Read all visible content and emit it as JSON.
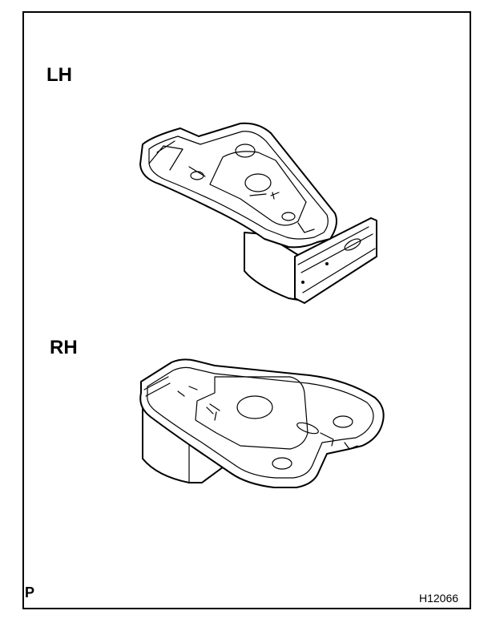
{
  "labels": {
    "lh": "LH",
    "rh": "RH",
    "corner_mark": "P",
    "figure_code": "H12066"
  },
  "parts": [
    {
      "name": "lh-bracket",
      "label_ref": "lh"
    },
    {
      "name": "rh-bracket",
      "label_ref": "rh"
    }
  ],
  "colors": {
    "line": "#000000",
    "background": "#ffffff"
  }
}
